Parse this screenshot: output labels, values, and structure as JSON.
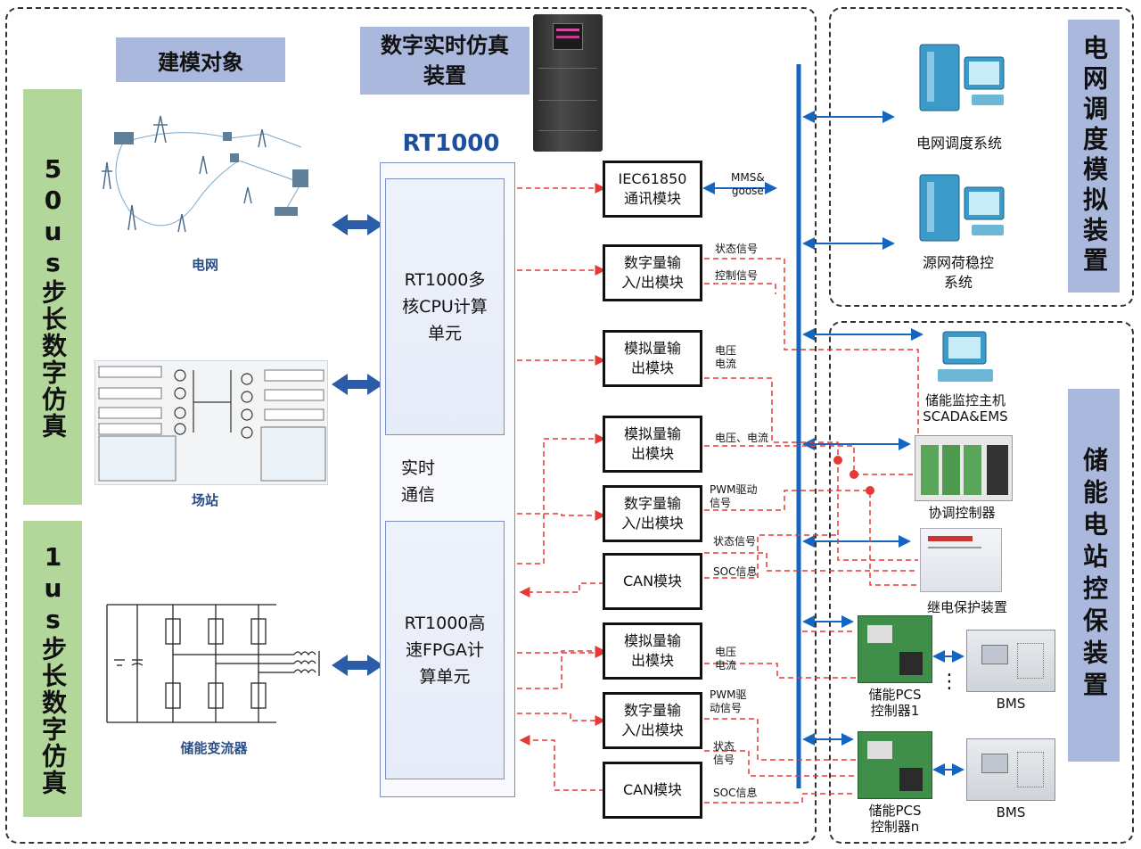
{
  "left_column": {
    "title": "建模对象",
    "step50": "50us步长数字仿真",
    "step1": "1us步长数字仿真",
    "grid_label": "电网",
    "station_label": "场站",
    "converter_label": "储能变流器"
  },
  "center": {
    "title": "数字实时仿真装置",
    "device_name": "RT1000",
    "cpu_unit": "RT1000多\n核CPU计算\n单元",
    "fpga_unit": "RT1000高\n速FPGA计\n算单元",
    "realtime_comm": "实时\n通信"
  },
  "modules": [
    {
      "label": "IEC61850\n通讯模块"
    },
    {
      "label": "数字量输\n入/出模块"
    },
    {
      "label": "模拟量输\n出模块"
    },
    {
      "label": "模拟量输\n出模块"
    },
    {
      "label": "数字量输\n入/出模块"
    },
    {
      "label": "CAN模块"
    },
    {
      "label": "模拟量输\n出模块"
    },
    {
      "label": "数字量输\n入/出模块"
    },
    {
      "label": "CAN模块"
    }
  ],
  "signals": {
    "mms": "MMS&\ngoose",
    "status1": "状态信号",
    "control1": "控制信号",
    "vi1": "电压\n电流",
    "vi2": "电压、电流",
    "pwm1": "PWM驱动\n信号",
    "status2": "状态信号",
    "soc1": "SOC信息",
    "vi3": "电压\n电流",
    "pwm2": "PWM驱\n动信号",
    "status3": "状态\n信号",
    "soc2": "SOC信息"
  },
  "right": {
    "grid_sim_title": "电网调度模拟装置",
    "storage_title": "储能电站控保装置",
    "dispatch": "电网调度系统",
    "source_grid": "源网荷稳控\n系统",
    "monitor": "储能监控主机\nSCADA&EMS",
    "coordinator": "协调控制器",
    "relay": "继电保护装置",
    "pcs1": "储能PCS\n控制器1",
    "pcsn": "储能PCS\n控制器n",
    "bms1": "BMS",
    "bms2": "BMS",
    "ellipsis": "⋮"
  },
  "colors": {
    "bus": "#1565c0",
    "arrow": "#2a5ca8",
    "dashed": "#e53935",
    "title_bg": "#aab8dd",
    "green_bg": "#b3d79a"
  }
}
